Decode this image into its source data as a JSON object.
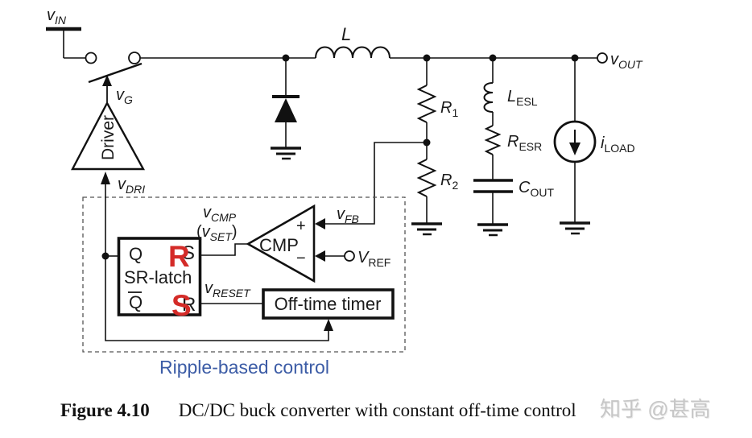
{
  "diagram": {
    "labels": {
      "v_in": {
        "base": "v",
        "sub": "IN"
      },
      "v_g": {
        "base": "v",
        "sub": "G"
      },
      "driver": "Driver",
      "v_dri": {
        "base": "v",
        "sub": "DRI"
      },
      "inductor": "L",
      "r1": {
        "base": "R",
        "sub": "1"
      },
      "r2": {
        "base": "R",
        "sub": "2"
      },
      "l_esl": {
        "base": "L",
        "sub": "ESL"
      },
      "r_esr": {
        "base": "R",
        "sub": "ESR"
      },
      "c_out": {
        "base": "C",
        "sub": "OUT"
      },
      "i_load": {
        "base": "i",
        "sub": "LOAD"
      },
      "v_out": {
        "base": "v",
        "sub": "OUT"
      },
      "v_fb": {
        "base": "v",
        "sub": "FB"
      },
      "v_ref": {
        "base": "V",
        "sub": "REF"
      },
      "v_cmp": {
        "base": "v",
        "sub": "CMP"
      },
      "v_set": {
        "open": "(",
        "base": "v",
        "sub": "SET",
        "close": ")"
      },
      "v_reset": {
        "base": "v",
        "sub": "RESET"
      },
      "cmp": "CMP",
      "plus": "+",
      "minus": "−"
    },
    "sr_latch": {
      "q": "Q",
      "qbar": "Q",
      "name": "SR-latch",
      "printed_top_input": "S",
      "printed_bottom_input": "R",
      "annotation_top": "R",
      "annotation_bottom": "S",
      "annotation_color": "#d42b28"
    },
    "off_time_timer": "Off-time timer",
    "control_caption": {
      "text": "Ripple-based control",
      "color": "#3c5ca6"
    }
  },
  "caption": {
    "figure_label": "Figure 4.10",
    "text": "DC/DC buck converter with constant off-time control"
  },
  "watermark": {
    "text": "知乎 @甚高",
    "color": "#c7c7c7"
  }
}
